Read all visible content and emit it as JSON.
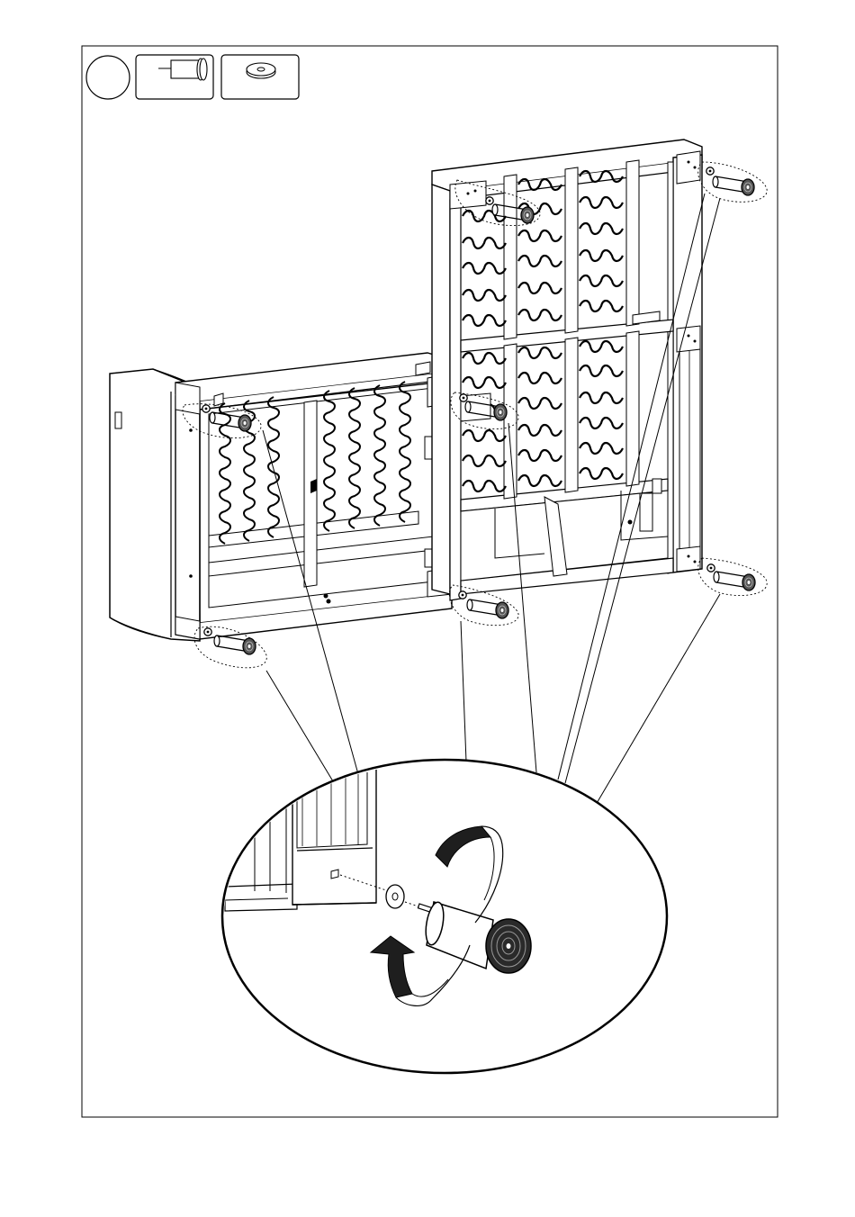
{
  "page": {
    "step_number": "",
    "has_text": false
  },
  "parts": [
    {
      "icon": "leg-icon",
      "count": ""
    },
    {
      "icon": "washer-icon",
      "count": ""
    }
  ],
  "legs": [
    {
      "name": "leg-front-left"
    },
    {
      "name": "leg-back-left"
    },
    {
      "name": "leg-back-middle-top"
    },
    {
      "name": "leg-middle"
    },
    {
      "name": "leg-front-middle"
    },
    {
      "name": "leg-back-right-top"
    },
    {
      "name": "leg-front-right"
    }
  ],
  "colors": {
    "ink": "#000000",
    "paper": "#ffffff",
    "shade": "#d9d9d9",
    "dark": "#222222"
  }
}
